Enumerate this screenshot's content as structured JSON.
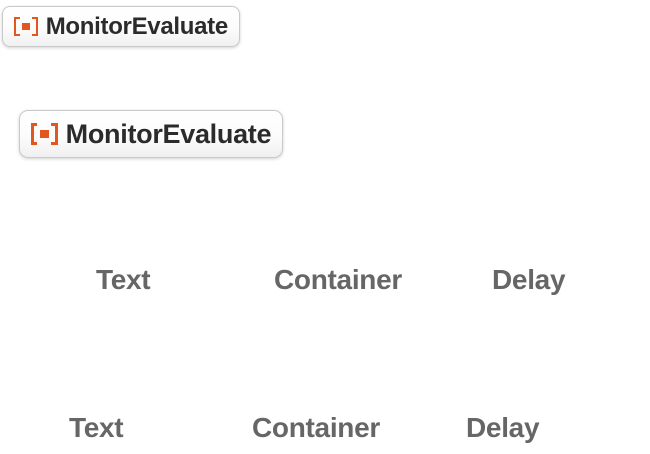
{
  "colors": {
    "background": "#ffffff",
    "accent_orange": "#e2571d",
    "badge_text": "#2b2b2b",
    "badge_border": "#c9c9c9",
    "badge_fill_top": "#ffffff",
    "badge_fill_bottom": "#f0f0f0",
    "token_gray": "#666666"
  },
  "badges": [
    {
      "icon": "resource-function-icon",
      "label": "MonitorEvaluate"
    },
    {
      "icon": "resource-function-icon",
      "label": "MonitorEvaluate"
    }
  ],
  "code_rows": [
    {
      "tokens": [
        "Text",
        "Container",
        "Delay"
      ]
    },
    {
      "tokens": [
        "Text",
        "Container",
        "Delay"
      ]
    }
  ]
}
